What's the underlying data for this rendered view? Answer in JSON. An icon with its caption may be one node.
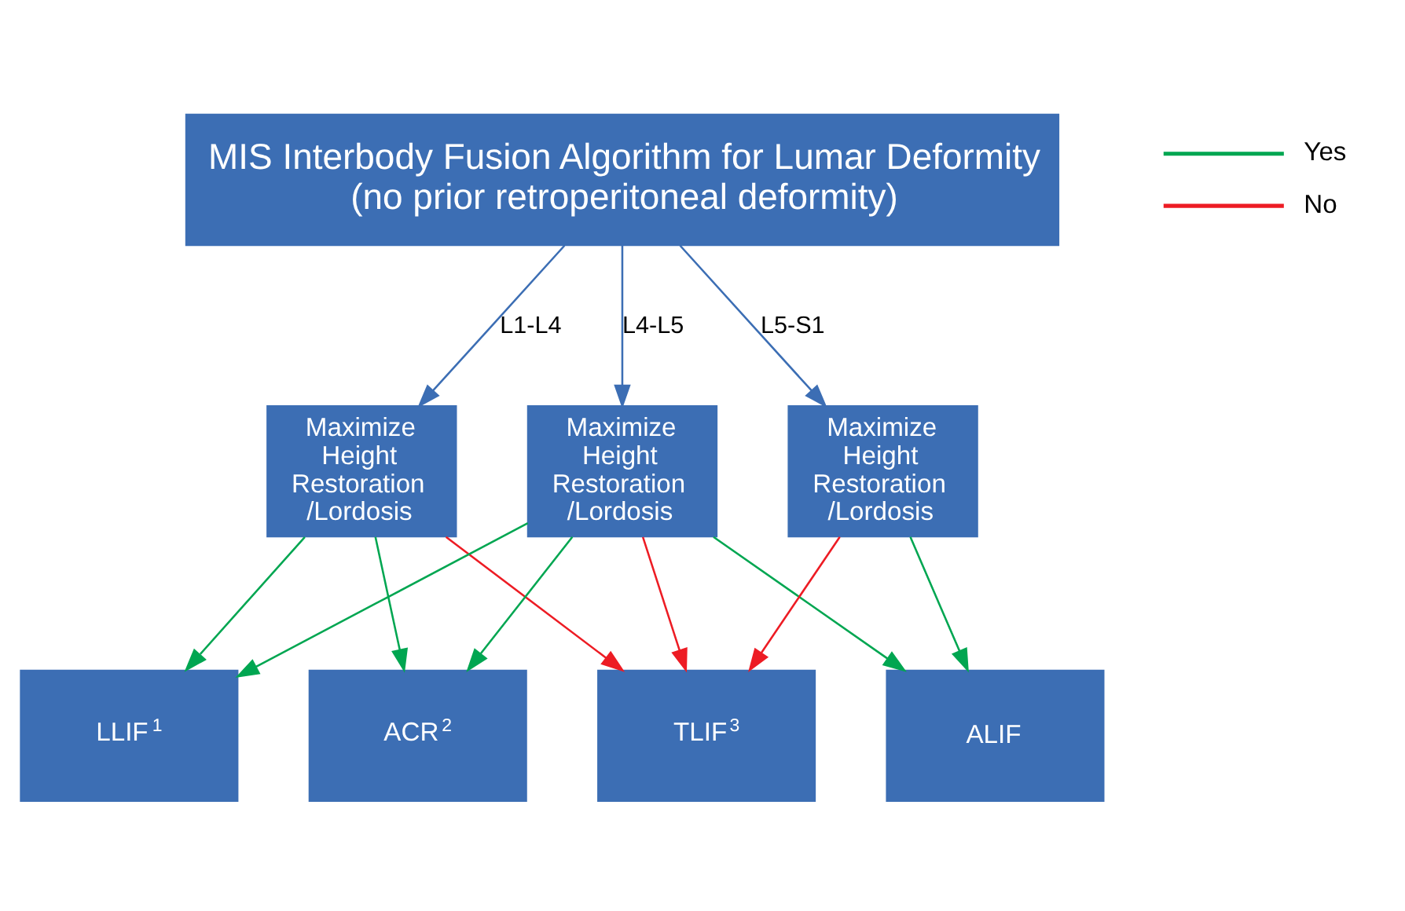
{
  "diagram": {
    "nodes": [
      {
        "text": [
          "MIS Interbody Fusion Algorithm for Lumar Deformity",
          "(no prior retroperitoneal deformity)"
        ]
      },
      {
        "text": [
          "Maximize Height Restoration /Lordosis"
        ]
      },
      {
        "text": [
          "Maximize Height Restoration /Lordosis"
        ]
      },
      {
        "text": [
          "Maximize Height Restoration /Lordosis"
        ]
      },
      {
        "text": [
          "LLIF$^{1}$"
        ]
      },
      {
        "text": [
          "ACR$^{2}$"
        ]
      },
      {
        "text": [
          "TLIF$^{3}$"
        ]
      },
      {
        "text": [
          "ALIF"
        ]
      }
    ],
    "edges": [
      {
        "from": 0,
        "to": 1,
        "arrow": "to",
        "label": "L1-L4",
        "color": "#3c6eb4"
      },
      {
        "from": 0,
        "to": 2,
        "arrow": "to",
        "label": "L4-L5",
        "color": "#3c6eb4"
      },
      {
        "from": 0,
        "to": 3,
        "arrow": "to",
        "label": "L5-S1",
        "color": "#3c6eb4"
      },
      {
        "from": 1,
        "to": 4,
        "arrow": "to",
        "color": "#00a651"
      },
      {
        "from": 1,
        "to": 5,
        "arrow": "to",
        "color": "#00a651"
      },
      {
        "from": 1,
        "to": 6,
        "arrow": "to",
        "color": "#ed1c24"
      },
      {
        "from": 2,
        "to": 4,
        "arrow": "to",
        "color": "#00a651"
      },
      {
        "from": 2,
        "to": 5,
        "arrow": "to",
        "color": "#00a651"
      },
      {
        "from": 2,
        "to": 6,
        "arrow": "to",
        "color": "#ed1c24"
      },
      {
        "from": 2,
        "to": 7,
        "arrow": "to",
        "color": "#00a651"
      },
      {
        "from": 3,
        "to": 6,
        "arrow": "to",
        "color": "#ed1c24"
      },
      {
        "from": 3,
        "to": 7,
        "arrow": "to",
        "color": "#00a651"
      }
    ],
    "legend": [
      {
        "text": "Yes"
      },
      {
        "text": "No"
      }
    ]
  }
}
